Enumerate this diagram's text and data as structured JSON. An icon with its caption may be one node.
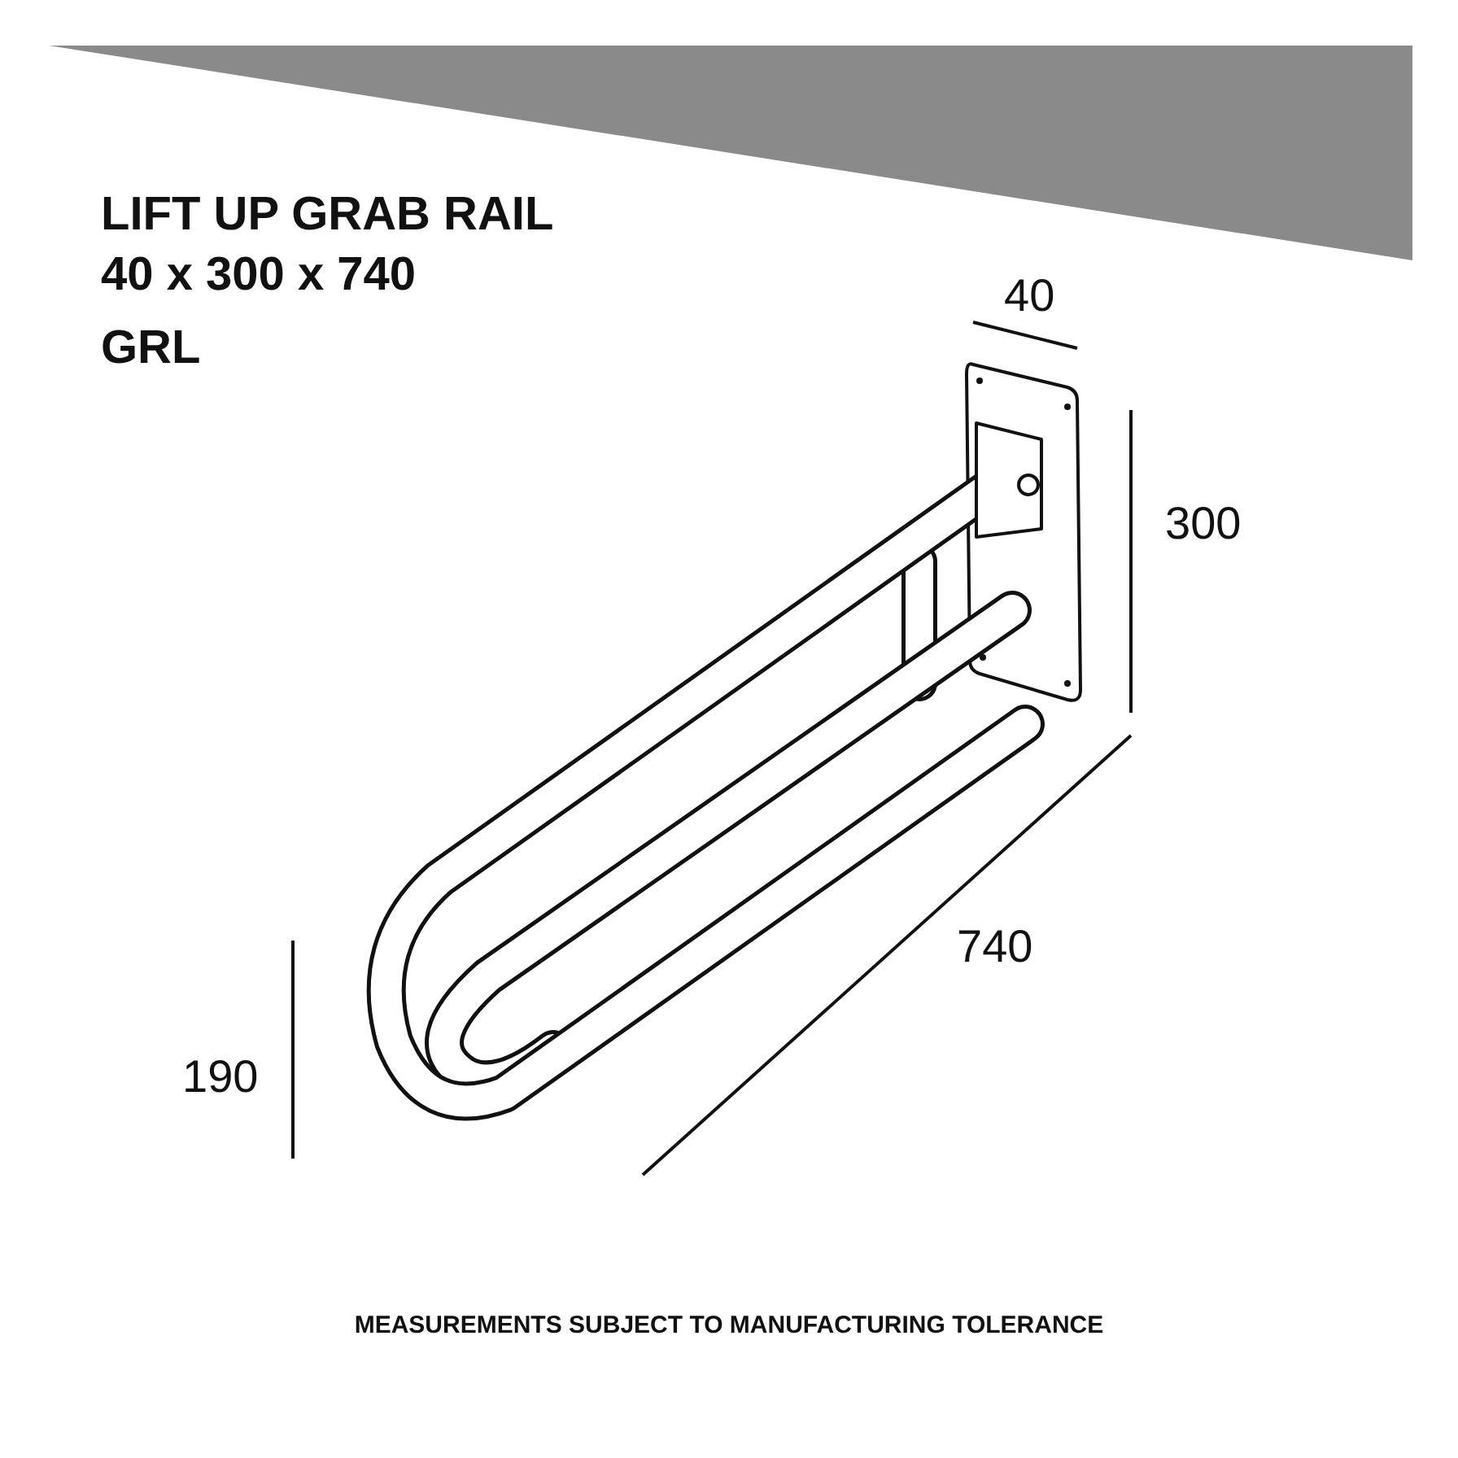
{
  "diagram": {
    "title": "LIFT UP GRAB RAIL",
    "caption": "MEASUREMENTS SUBJECT TO MANUFACTURING TOLERANCE",
    "labels": [
      "40 x 300 x 740",
      "GRL",
      "40",
      "300",
      "740",
      "190"
    ]
  }
}
